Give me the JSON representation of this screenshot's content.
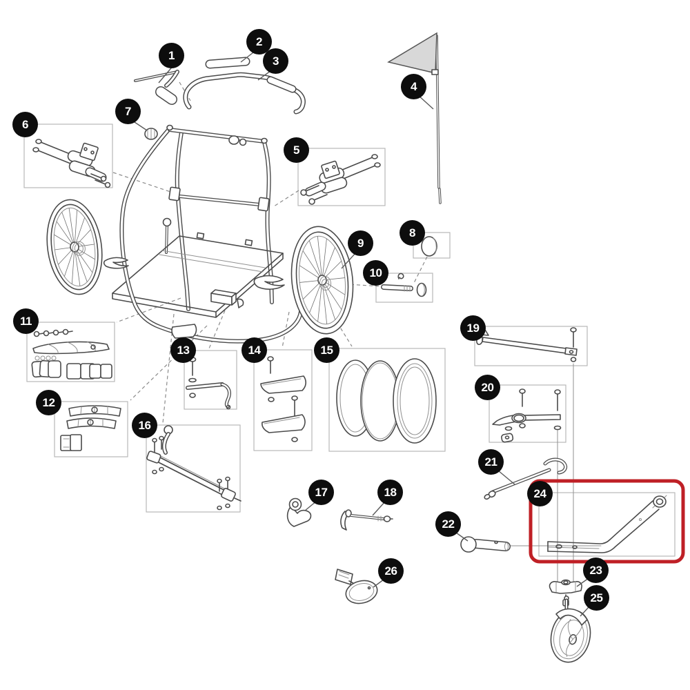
{
  "diagram": {
    "type": "exploded-parts-diagram",
    "subject": "bike-trailer-spare-parts",
    "callouts": [
      "1",
      "2",
      "3",
      "4",
      "5",
      "6",
      "7",
      "8",
      "9",
      "10",
      "11",
      "12",
      "13",
      "14",
      "15",
      "16",
      "17",
      "18",
      "19",
      "20",
      "21",
      "22",
      "23",
      "24",
      "25",
      "26"
    ],
    "highlighted_callout": "24",
    "colors": {
      "highlight_red": "#bf2026",
      "badge_black": "#0d0d0d",
      "line_gray": "#4a4a4a",
      "box_border_gray": "#b8b8b8",
      "flag_fill_gray": "#d8d8d8",
      "background": "#ffffff"
    }
  }
}
